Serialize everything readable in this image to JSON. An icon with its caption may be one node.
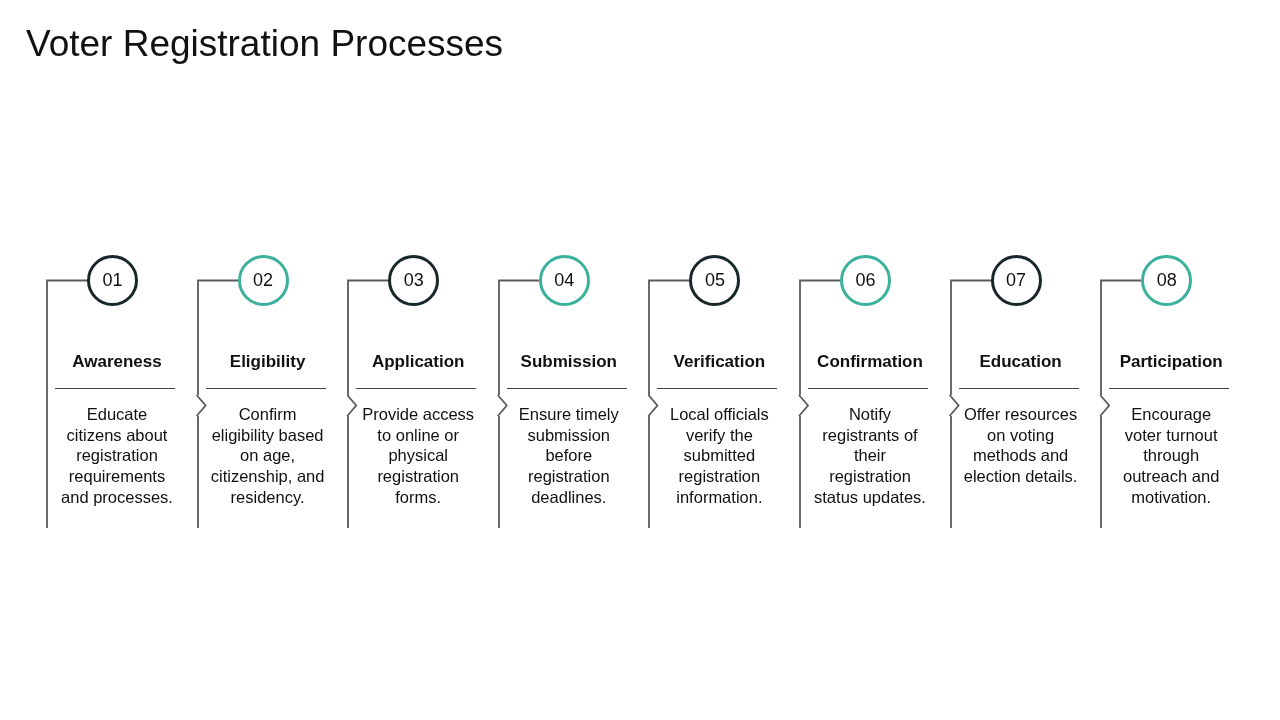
{
  "diagram": {
    "title": "Voter Registration Processes",
    "nodes": [
      {
        "text": [
          "Awareness",
          "Educate citizens about registration requirements and processes."
        ]
      },
      {
        "text": [
          "01"
        ],
        "in": 0
      },
      {
        "text": [
          "Eligibility",
          "Confirm eligibility based on age, citizenship, and residency."
        ]
      },
      {
        "text": [
          "02"
        ],
        "in": 2
      },
      {
        "text": [
          "Application",
          "Provide access to online or physical registration forms."
        ]
      },
      {
        "text": [
          "03"
        ],
        "in": 4
      },
      {
        "text": [
          "Submission",
          "Ensure timely submission before registration deadlines."
        ]
      },
      {
        "text": [
          "04"
        ],
        "in": 6
      },
      {
        "text": [
          "Verification",
          "Local officials verify the submitted registration information."
        ]
      },
      {
        "text": [
          "05"
        ],
        "in": 8
      },
      {
        "text": [
          "Confirmation",
          "Notify registrants of their registration status updates."
        ]
      },
      {
        "text": [
          "06"
        ],
        "in": 10
      },
      {
        "text": [
          "Education",
          "Offer resources on voting methods and election details."
        ]
      },
      {
        "text": [
          "07"
        ],
        "in": 12
      },
      {
        "text": [
          "Participation",
          "Encourage voter turnout through outreach and motivation."
        ]
      },
      {
        "text": [
          "08"
        ],
        "in": 14
      }
    ],
    "edges": [
      {
        "from": 0,
        "to": 2,
        "arrow": "to"
      },
      {
        "from": 2,
        "to": 4,
        "arrow": "to"
      },
      {
        "from": 4,
        "to": 6,
        "arrow": "to"
      },
      {
        "from": 6,
        "to": 8,
        "arrow": "to"
      },
      {
        "from": 8,
        "to": 10,
        "arrow": "to"
      },
      {
        "from": 10,
        "to": 12,
        "arrow": "to"
      },
      {
        "from": 12,
        "to": 14,
        "arrow": "to"
      }
    ]
  }
}
